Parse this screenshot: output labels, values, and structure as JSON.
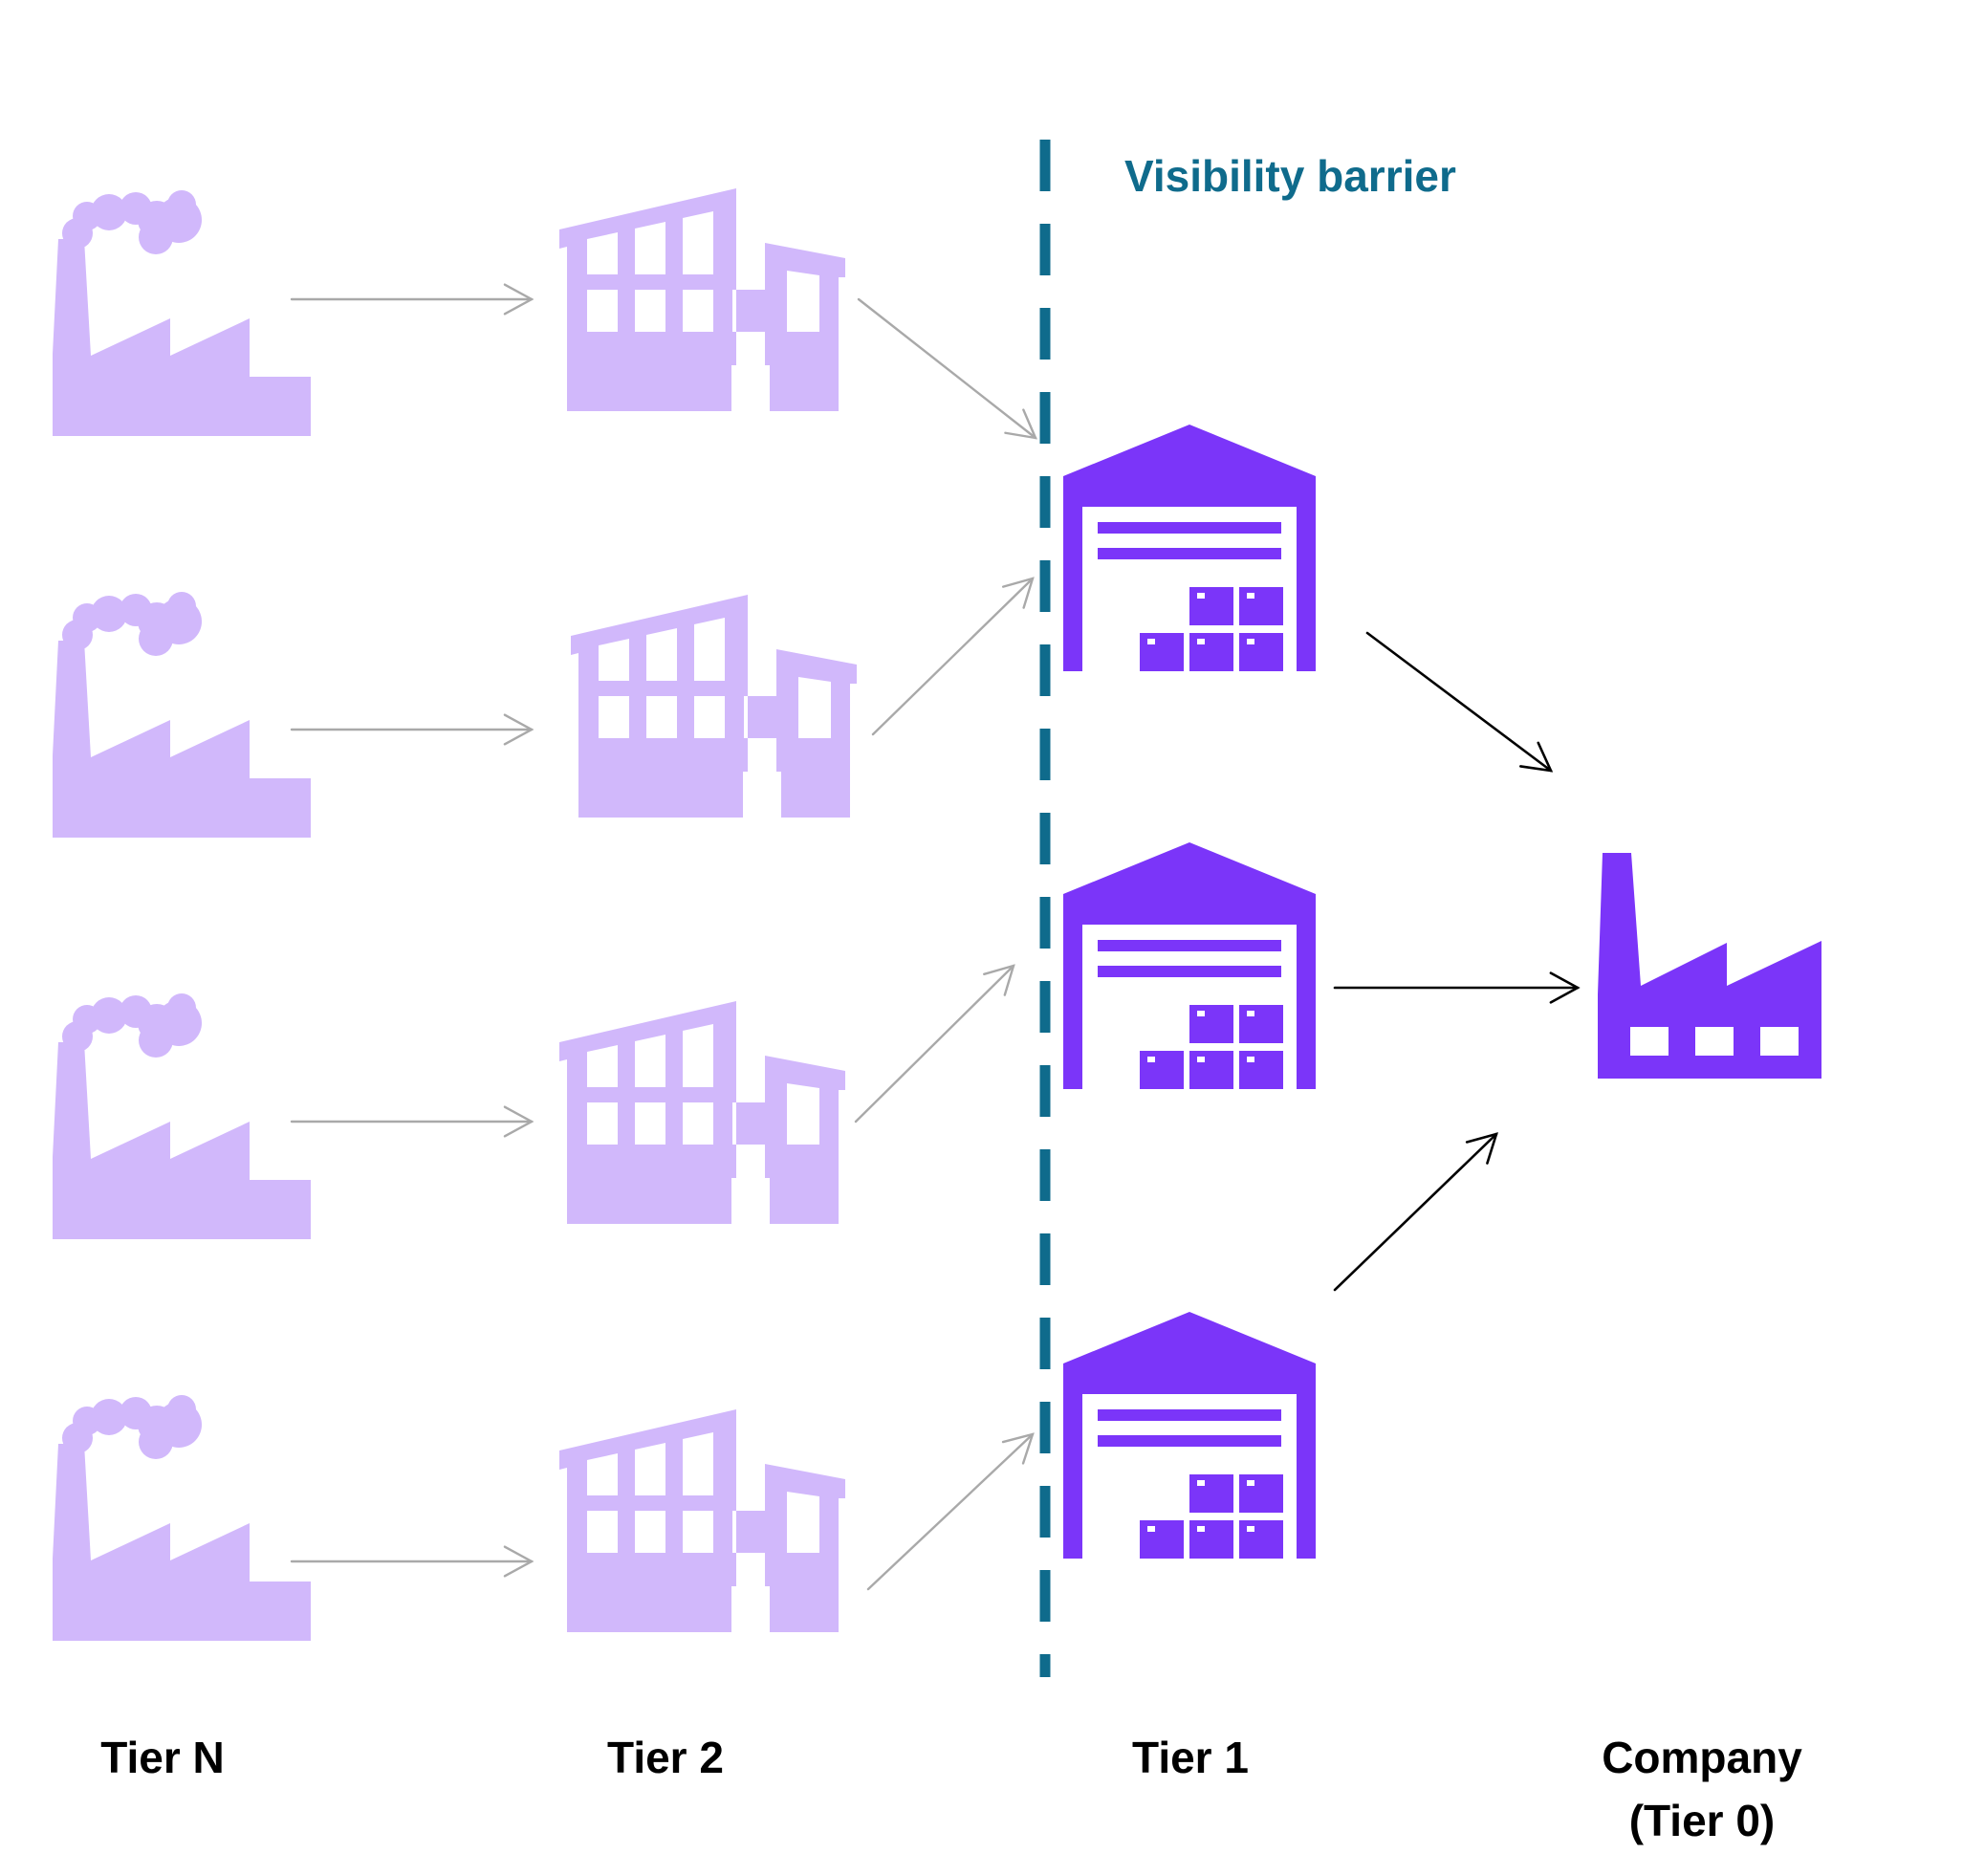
{
  "colors": {
    "upstream": "#d1b8fb",
    "tier1": "#7b35f9",
    "barrier": "#0f6b8c",
    "arrow_upstream": "#a9a9a9",
    "arrow_tier1": "#000000",
    "background": "#ffffff"
  },
  "barrier": {
    "label": "Visibility barrier"
  },
  "tiers": {
    "tier_n": "Tier N",
    "tier_2": "Tier 2",
    "tier_1": "Tier 1",
    "company_line1": "Company",
    "company_line2": "(Tier 0)"
  },
  "icons": {
    "tier_n": "smoking-factory-icon",
    "tier_2": "multi-window-factory-icon",
    "tier_1": "warehouse-icon",
    "company": "factory-icon"
  },
  "flows": [
    {
      "from": "tier-n-supplier-1",
      "to": "tier-2-supplier-1"
    },
    {
      "from": "tier-n-supplier-2",
      "to": "tier-2-supplier-2"
    },
    {
      "from": "tier-n-supplier-3",
      "to": "tier-2-supplier-3"
    },
    {
      "from": "tier-n-supplier-4",
      "to": "tier-2-supplier-4"
    },
    {
      "from": "tier-2-supplier-1",
      "to": "tier-1-supplier-1"
    },
    {
      "from": "tier-2-supplier-2",
      "to": "tier-1-supplier-1"
    },
    {
      "from": "tier-2-supplier-3",
      "to": "tier-1-supplier-2"
    },
    {
      "from": "tier-2-supplier-4",
      "to": "tier-1-supplier-3"
    },
    {
      "from": "tier-1-supplier-1",
      "to": "company"
    },
    {
      "from": "tier-1-supplier-2",
      "to": "company"
    },
    {
      "from": "tier-1-supplier-3",
      "to": "company"
    }
  ]
}
